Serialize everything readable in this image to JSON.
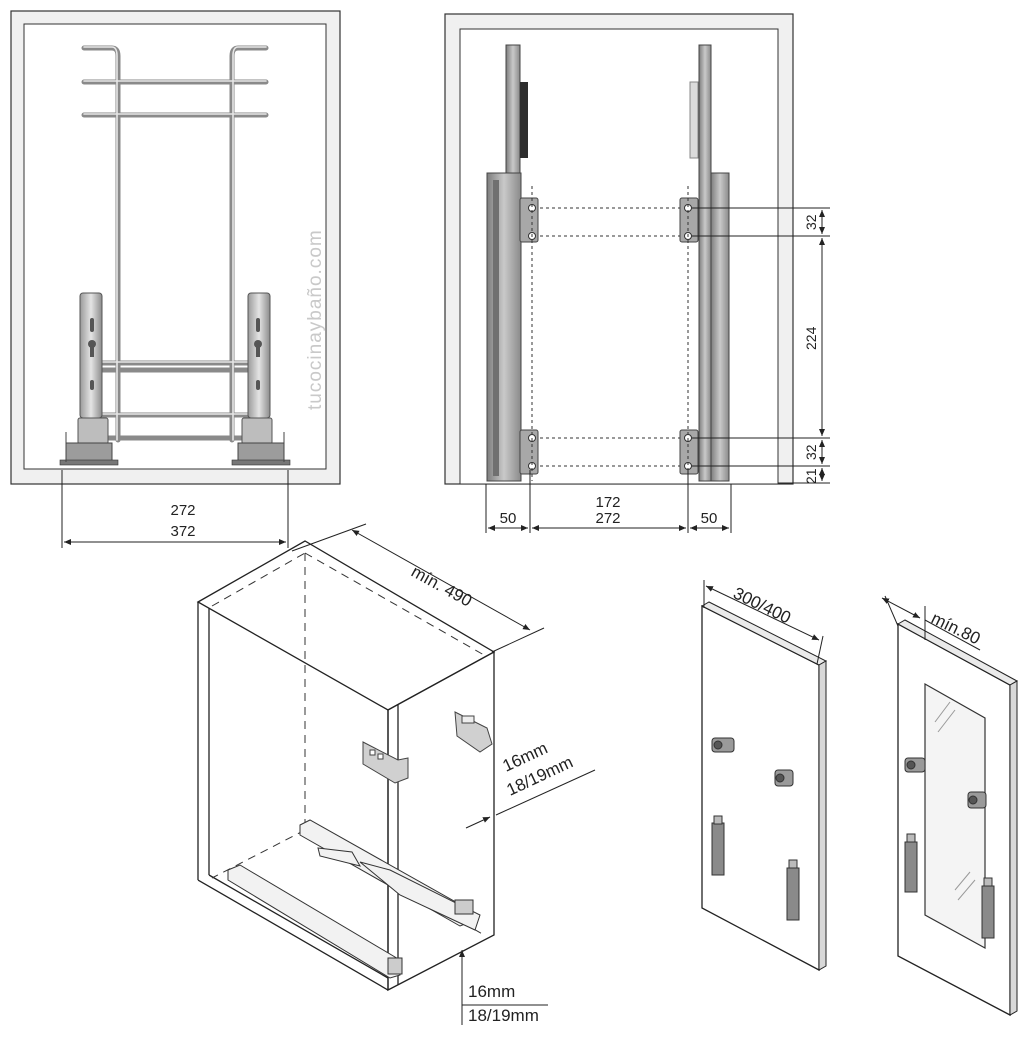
{
  "watermark": "tucocinaybaño.com",
  "front_view": {
    "dim_inner": "272",
    "dim_outer": "372"
  },
  "side_view": {
    "dim_v1": "32",
    "dim_v2": "224",
    "dim_v3": "32",
    "dim_v4": "21",
    "dim_left": "50",
    "dim_mid_top": "172",
    "dim_mid_bottom": "272",
    "dim_right": "50"
  },
  "cabinet": {
    "depth_label": "mín. 490",
    "side_thickness_1": "16mm",
    "side_thickness_2": "18/19mm",
    "bottom_thickness_1": "16mm",
    "bottom_thickness_2": "18/19mm"
  },
  "door_panel": {
    "width_label": "300/400"
  },
  "glass_door": {
    "frame_label": "mín.80"
  }
}
